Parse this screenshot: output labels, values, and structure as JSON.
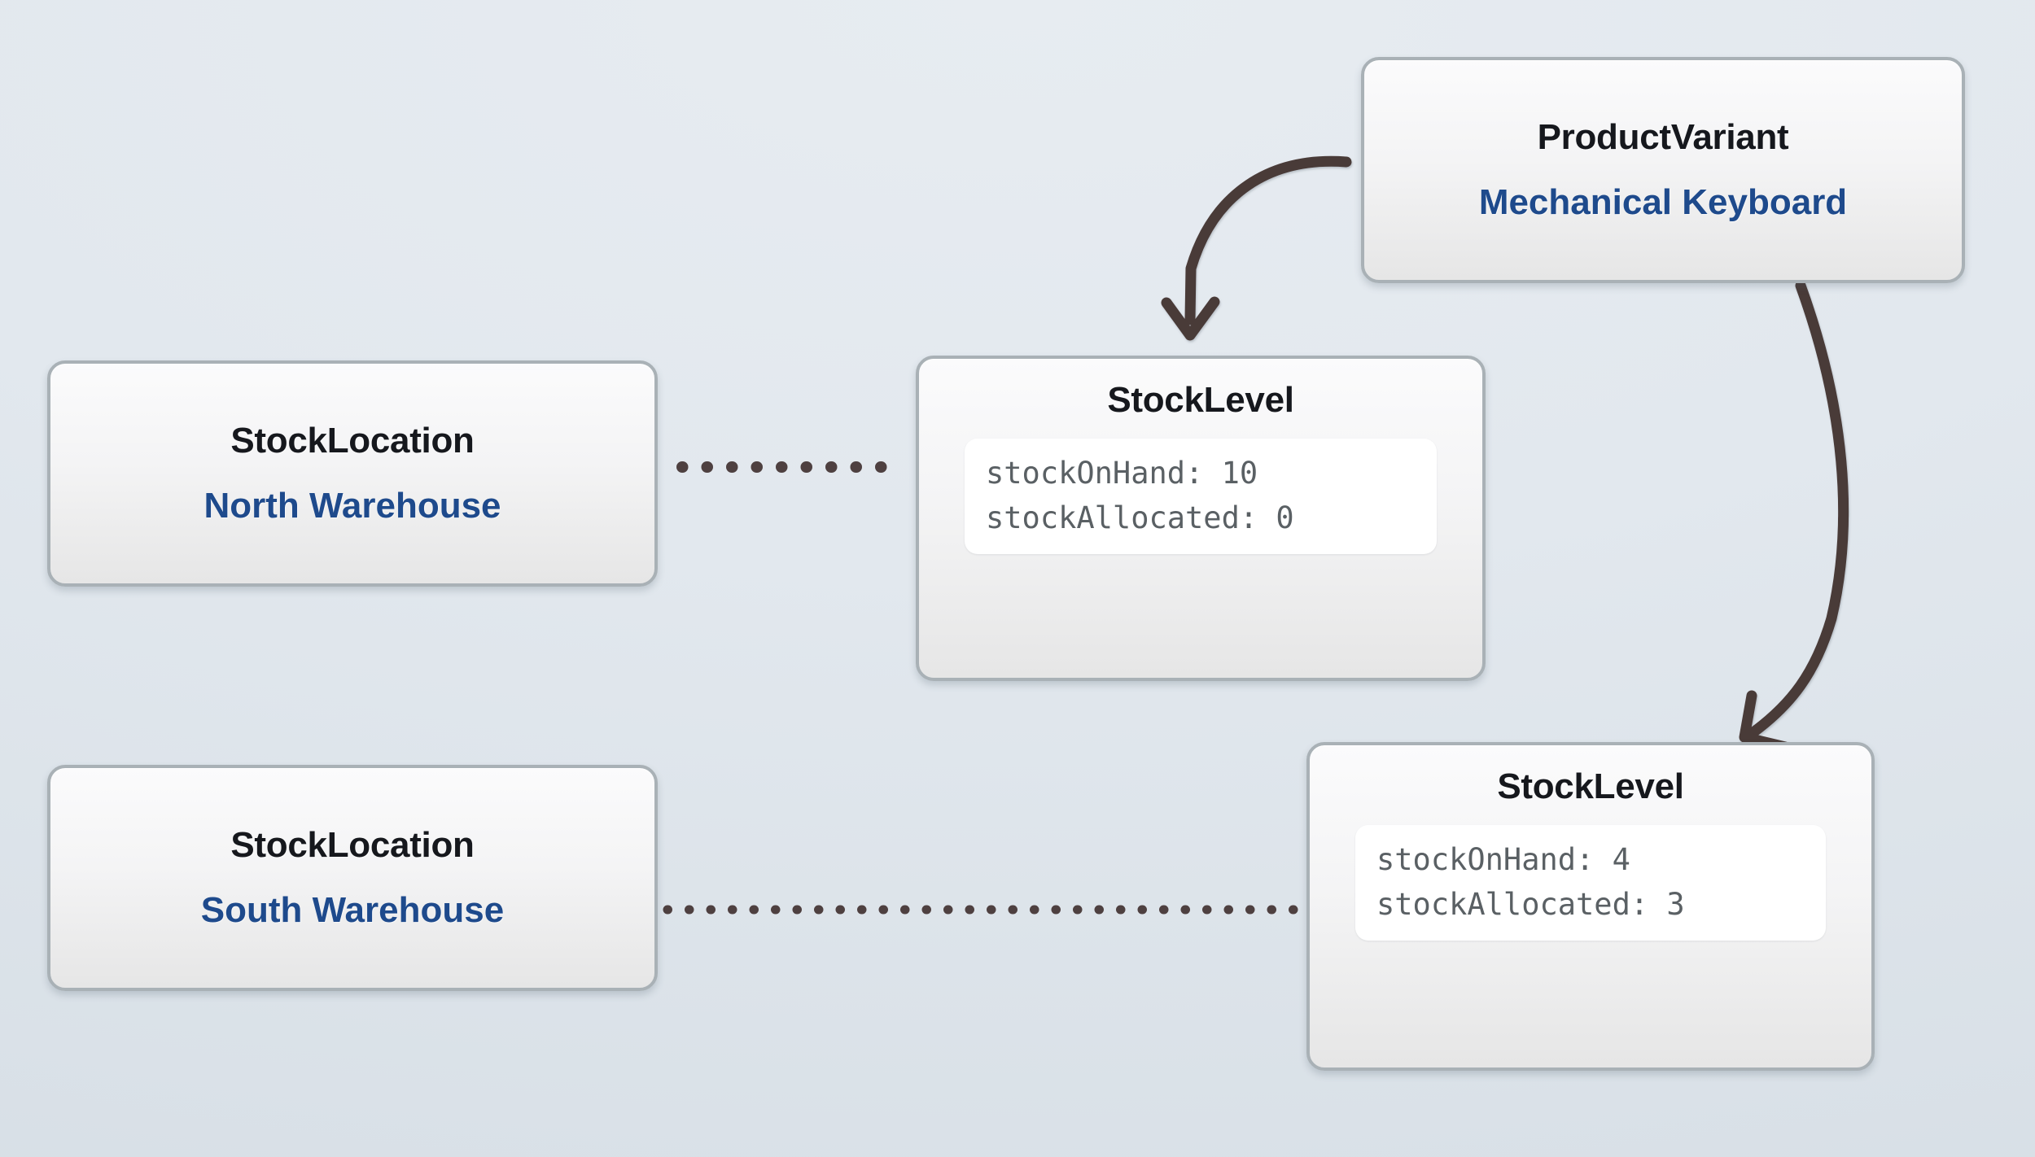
{
  "diagram": {
    "type": "entity-relationship",
    "background_color": "#e2e8ee",
    "accent_color": "#1e4a8c",
    "edge_color": "#4a3a38",
    "border_color": "#a9b1b6"
  },
  "nodes": {
    "product_variant": {
      "title": "ProductVariant",
      "subtitle": "Mechanical Keyboard"
    },
    "stock_level_1": {
      "title": "StockLevel",
      "fields": [
        "stockOnHand: 10",
        "stockAllocated: 0"
      ]
    },
    "stock_level_2": {
      "title": "StockLevel",
      "fields": [
        "stockOnHand: 4",
        "stockAllocated: 3"
      ]
    },
    "location_north": {
      "title": "StockLocation",
      "subtitle": "North Warehouse"
    },
    "location_south": {
      "title": "StockLocation",
      "subtitle": "South Warehouse"
    }
  },
  "edges": [
    {
      "name": "variant-to-stocklevel-1",
      "style": "curved-arrow",
      "from": "product_variant",
      "to": "stock_level_1"
    },
    {
      "name": "variant-to-stocklevel-2",
      "style": "curved-arrow",
      "from": "product_variant",
      "to": "stock_level_2"
    },
    {
      "name": "north-to-stocklevel-1",
      "style": "dotted",
      "from": "location_north",
      "to": "stock_level_1"
    },
    {
      "name": "south-to-stocklevel-2",
      "style": "dotted",
      "from": "location_south",
      "to": "stock_level_2"
    }
  ]
}
